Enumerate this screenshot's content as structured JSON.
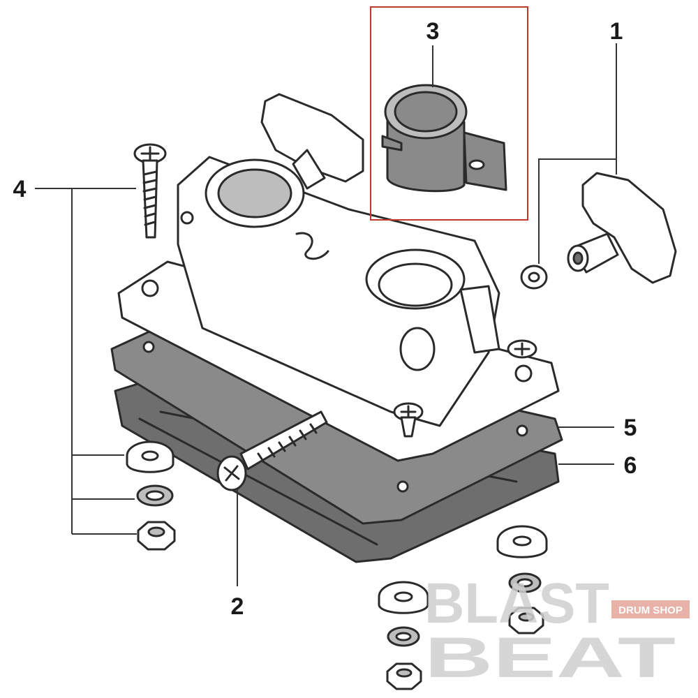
{
  "callouts": {
    "c1": "1",
    "c2": "2",
    "c3": "3",
    "c4": "4",
    "c5": "5",
    "c6": "6"
  },
  "watermark": {
    "line1": "BLAST",
    "line2": "BEAT",
    "badge": "DRUM SHOP"
  },
  "highlight_color": "#c0392b"
}
